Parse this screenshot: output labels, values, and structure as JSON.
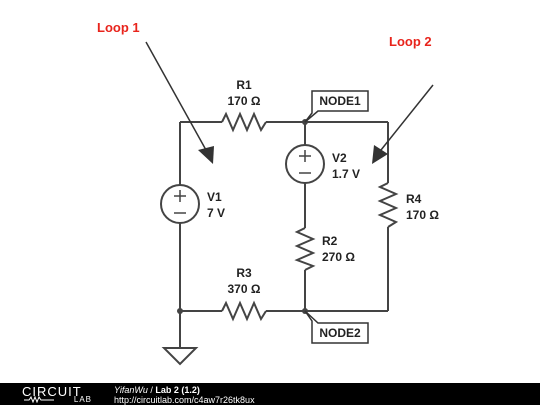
{
  "annotations": {
    "loop1": "Loop 1",
    "loop2": "Loop 2"
  },
  "components": {
    "r1": {
      "name": "R1",
      "value": "170 Ω"
    },
    "r2": {
      "name": "R2",
      "value": "270 Ω"
    },
    "r3": {
      "name": "R3",
      "value": "370 Ω"
    },
    "r4": {
      "name": "R4",
      "value": "170 Ω"
    },
    "v1": {
      "name": "V1",
      "value": "7 V"
    },
    "v2": {
      "name": "V2",
      "value": "1.7 V"
    }
  },
  "nodes": {
    "node1": "NODE1",
    "node2": "NODE2"
  },
  "footer": {
    "logo_top": "CIRCUIT",
    "logo_bottom": "LAB",
    "author": "YifanWu",
    "separator": "/",
    "title": "Lab 2 (1.2)",
    "url": "http://circuitlab.com/c4aw7r26tk8ux"
  },
  "colors": {
    "wire": "#444444",
    "annotation": "#e8241c",
    "footer_bg": "#000000"
  }
}
